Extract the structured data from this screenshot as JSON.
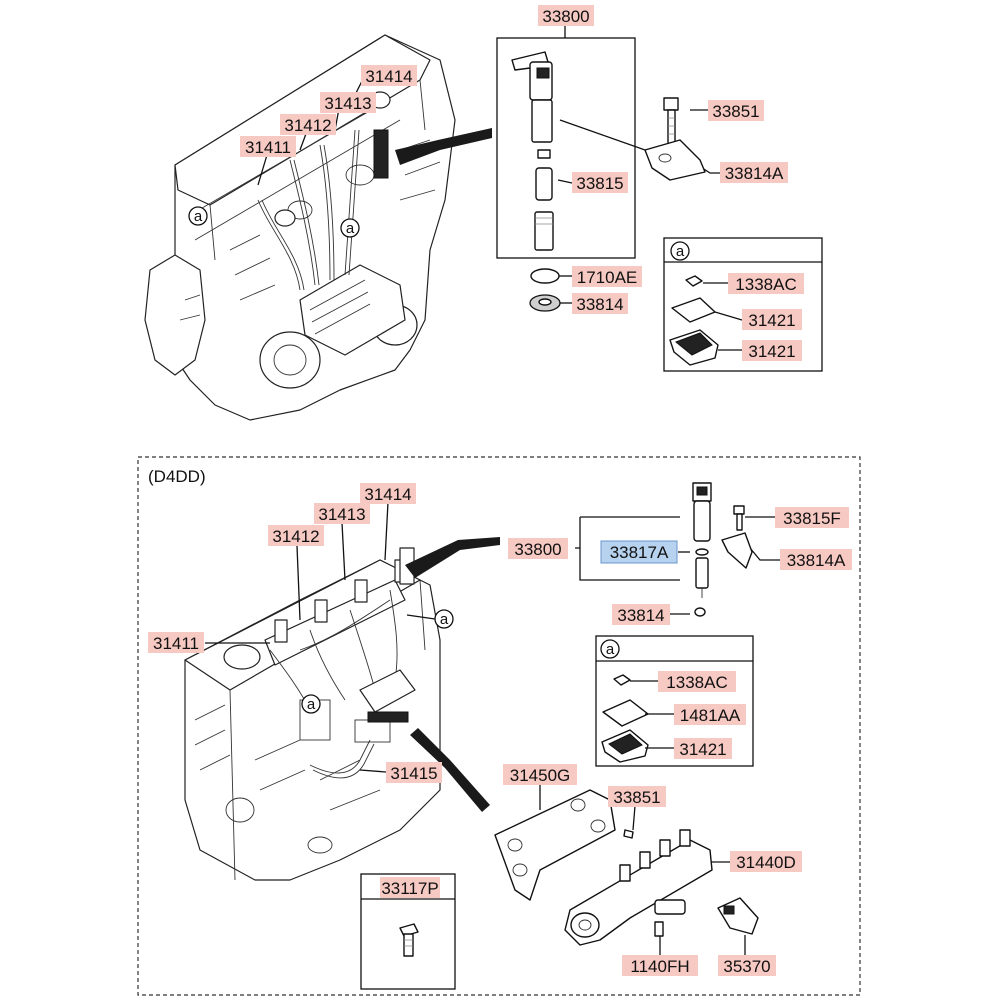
{
  "top": {
    "labels": {
      "p33800": "33800",
      "p31414": "31414",
      "p31413": "31413",
      "p31412": "31412",
      "p31411": "31411",
      "p33851": "33851",
      "p33814A": "33814A",
      "p33815": "33815",
      "p1710AE": "1710AE",
      "p33814": "33814"
    },
    "detail_a": {
      "marker": "a",
      "labels": {
        "p1338AC": "1338AC",
        "p31421a": "31421",
        "p31421b": "31421"
      }
    },
    "engine_markers": {
      "m1": "a",
      "m2": "a"
    }
  },
  "bottom": {
    "section_title": "(D4DD)",
    "labels": {
      "p31414": "31414",
      "p31413": "31413",
      "p31412": "31412",
      "p31411": "31411",
      "p31415": "31415",
      "p33800": "33800",
      "p33817A": "33817A",
      "p33815F": "33815F",
      "p33814A": "33814A",
      "p33814": "33814",
      "p31450G": "31450G",
      "p33851": "33851",
      "p31440D": "31440D",
      "p1140FH": "1140FH",
      "p35370": "35370"
    },
    "detail_a": {
      "marker": "a",
      "labels": {
        "p1338AC": "1338AC",
        "p1481AA": "1481AA",
        "p31421": "31421"
      }
    },
    "detail_bolt": {
      "label": "33117P"
    },
    "engine_markers": {
      "m1": "a",
      "m2": "a"
    }
  },
  "colors": {
    "label_fill": "#f6c9c3",
    "highlight_fill": "#b6d2ee"
  }
}
